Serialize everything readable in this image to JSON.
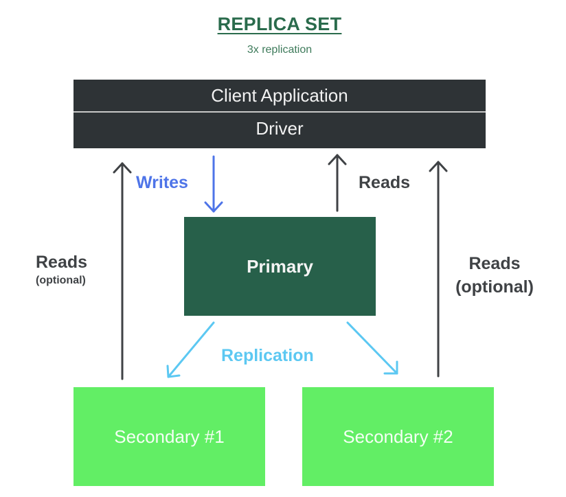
{
  "title": "REPLICA SET",
  "subtitle": "3x replication",
  "client": {
    "application_label": "Client Application",
    "driver_label": "Driver"
  },
  "nodes": {
    "primary": "Primary",
    "secondary_1": "Secondary #1",
    "secondary_2": "Secondary #2"
  },
  "edges": {
    "writes": "Writes",
    "reads_primary": "Reads",
    "reads_secondary_1": "Reads",
    "reads_secondary_1_note": "(optional)",
    "reads_secondary_2": "Reads",
    "reads_secondary_2_note": "(optional)",
    "replication": "Replication"
  },
  "colors": {
    "title": "#2a6b4c",
    "client_box": "#2e3336",
    "primary_box": "#27604a",
    "secondary_box": "#62ee65",
    "writes_arrow": "#4e74e8",
    "reads_arrow": "#3f4245",
    "replication_arrow": "#5cc8f2"
  }
}
